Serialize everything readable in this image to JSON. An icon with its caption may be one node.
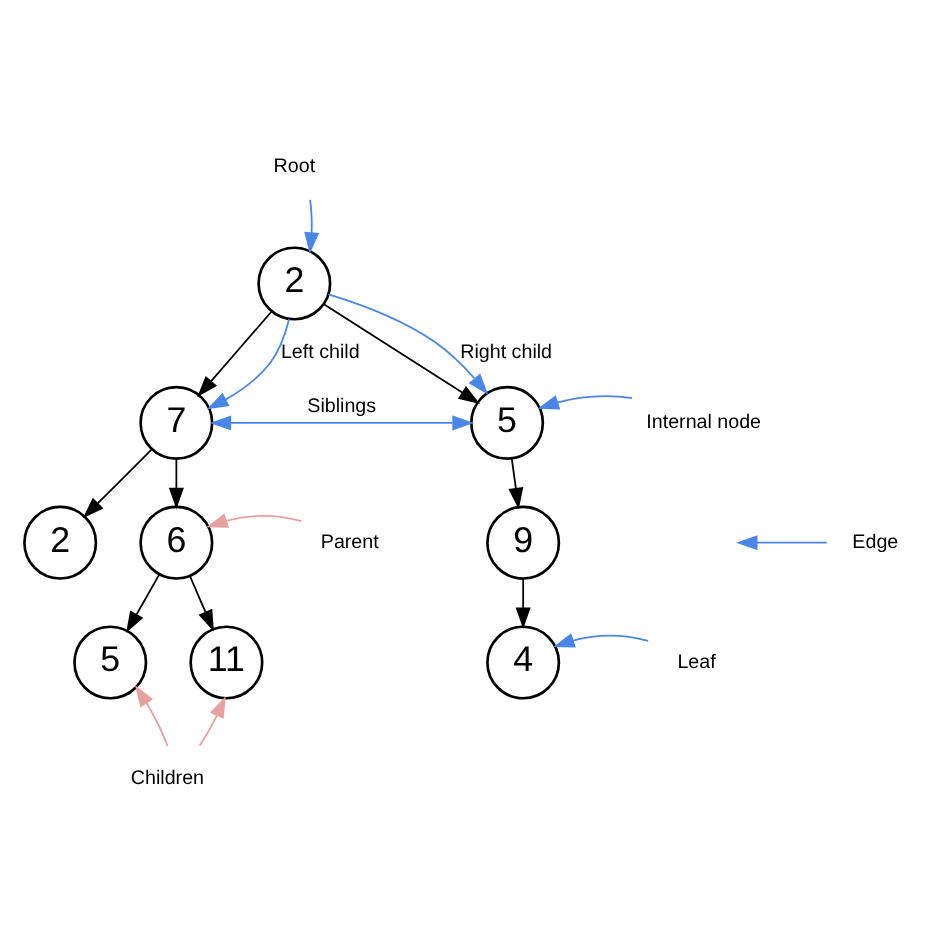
{
  "diagram": {
    "nodes": [
      {
        "text": [
          "2"
        ]
      },
      {
        "text": [
          "7"
        ]
      },
      {
        "text": [
          "5"
        ]
      },
      {
        "text": [
          "2"
        ]
      },
      {
        "text": [
          "6"
        ]
      },
      {
        "text": [
          "9"
        ]
      },
      {
        "text": [
          "5"
        ]
      },
      {
        "text": [
          "11"
        ]
      },
      {
        "text": [
          "4"
        ]
      },
      {
        "text": [
          "Root"
        ]
      },
      {
        "text": [
          "Internal node"
        ]
      },
      {
        "text": [
          "Edge"
        ]
      },
      {
        "text": [
          "Parent"
        ]
      },
      {
        "text": [
          "Leaf"
        ]
      },
      {
        "text": [
          "Children"
        ]
      }
    ],
    "edges": [
      {
        "from": 0,
        "to": 1,
        "arrow": "to"
      },
      {
        "from": 0,
        "to": 2,
        "arrow": "to"
      },
      {
        "from": 1,
        "to": 3,
        "arrow": "to"
      },
      {
        "from": 1,
        "to": 4,
        "arrow": "to"
      },
      {
        "from": 2,
        "to": 5,
        "arrow": "to"
      },
      {
        "from": 4,
        "to": 6,
        "arrow": "to"
      },
      {
        "from": 4,
        "to": 7,
        "arrow": "to"
      },
      {
        "from": 5,
        "to": 8,
        "arrow": "to"
      },
      {
        "from": 9,
        "to": 0,
        "arrow": "to",
        "color": "#4a86e8"
      },
      {
        "from": 0,
        "to": 1,
        "arrow": "to",
        "label": "Left child",
        "color": "#4a86e8"
      },
      {
        "from": 0,
        "to": 2,
        "arrow": "to",
        "label": "Right child",
        "color": "#4a86e8"
      },
      {
        "from": 1,
        "to": 2,
        "arrow": "both",
        "label": "Siblings",
        "color": "#4a86e8"
      },
      {
        "from": 10,
        "to": 2,
        "arrow": "to",
        "color": "#4a86e8"
      },
      {
        "from": 11,
        "to": null,
        "arrow": "to",
        "color": "#4a86e8"
      },
      {
        "from": 12,
        "to": 4,
        "arrow": "to",
        "color": "#e8a0a0"
      },
      {
        "from": 13,
        "to": 8,
        "arrow": "to",
        "color": "#4a86e8"
      },
      {
        "from": 14,
        "to": 6,
        "arrow": "to",
        "color": "#e8a0a0"
      },
      {
        "from": 14,
        "to": 7,
        "arrow": "to",
        "color": "#e8a0a0"
      }
    ]
  }
}
